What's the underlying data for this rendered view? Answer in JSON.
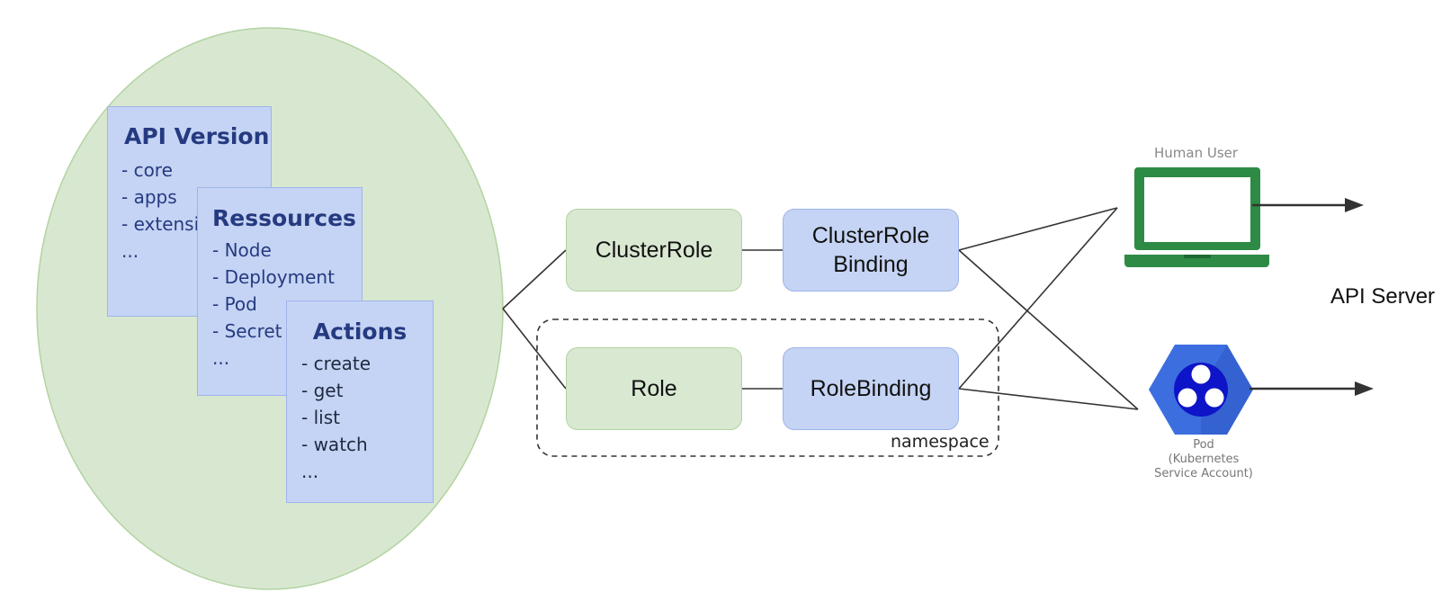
{
  "rules_group": {
    "api_version": {
      "title": "API Version",
      "items": [
        "- core",
        "- apps",
        "- extensions",
        "..."
      ]
    },
    "resources": {
      "title": "Ressources",
      "items": [
        "- Node",
        "- Deployment",
        "- Pod",
        "- Secret",
        "..."
      ]
    },
    "actions": {
      "title": "Actions",
      "items": [
        "- create",
        "- get",
        "- list",
        "- watch",
        "..."
      ]
    }
  },
  "roles": {
    "cluster_role": "ClusterRole",
    "cluster_role_binding_line1": "ClusterRole",
    "cluster_role_binding_line2": "Binding",
    "role": "Role",
    "role_binding": "RoleBinding",
    "namespace": "namespace"
  },
  "subjects": {
    "human_user": "Human User",
    "pod_line1": "Pod",
    "pod_line2": "(Kubernetes",
    "pod_line3": "Service Account)"
  },
  "api_server": "API Server",
  "colors": {
    "ellipse_fill": "#d8e8d0",
    "card_fill": "#c5d4f4",
    "card_text": "#253a80",
    "laptop_green": "#2e8b45",
    "pod_blue": "#3d6ee0"
  }
}
